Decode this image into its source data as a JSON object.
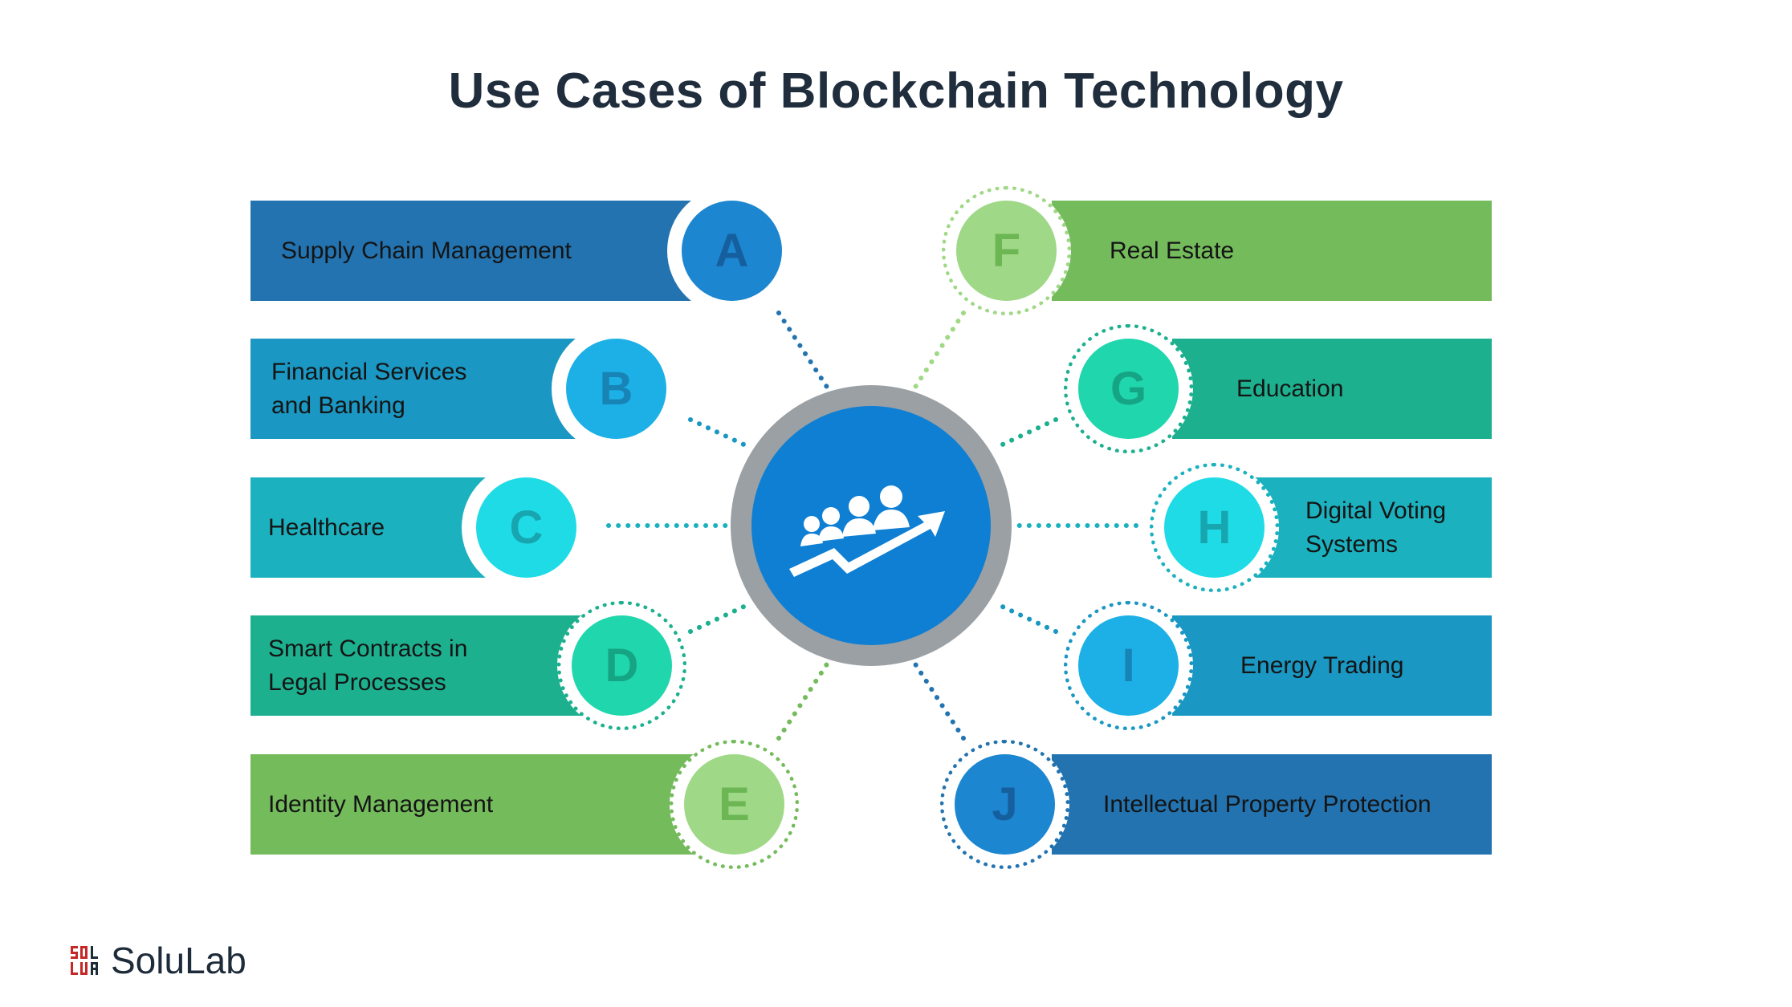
{
  "title": "Use Cases of Blockchain Technology",
  "colors": {
    "dark_blue": "#2373b0",
    "mid_blue": "#1a97c2",
    "teal": "#1bb1bf",
    "green_teal": "#1db08f",
    "green": "#74bb5c",
    "hub_ring": "#9aa0a4",
    "hub_core": "#0f7fd4"
  },
  "left_items": [
    {
      "letter": "A",
      "label": "Supply Chain Management"
    },
    {
      "letter": "B",
      "label": "Financial Services\nand Banking"
    },
    {
      "letter": "C",
      "label": "Healthcare"
    },
    {
      "letter": "D",
      "label": "Smart Contracts in\nLegal Processes"
    },
    {
      "letter": "E",
      "label": "Identity Management"
    }
  ],
  "right_items": [
    {
      "letter": "F",
      "label": "Real Estate"
    },
    {
      "letter": "G",
      "label": "Education"
    },
    {
      "letter": "H",
      "label": "Digital Voting\nSystems"
    },
    {
      "letter": "I",
      "label": "Energy Trading"
    },
    {
      "letter": "J",
      "label": "Intellectual Property Protection"
    }
  ],
  "center_icon": "business-team-growth-arrow-icon",
  "logo": {
    "text": "SoluLab",
    "icon": "solulab-logo-icon"
  }
}
